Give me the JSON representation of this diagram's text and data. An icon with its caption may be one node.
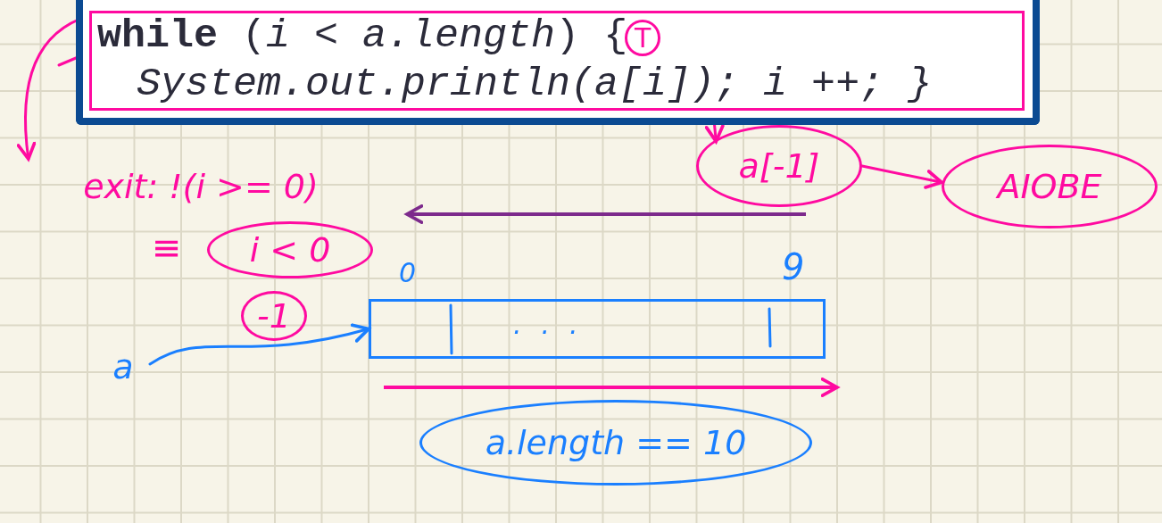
{
  "diagram": {
    "nodes": [
      {
        "text": [
          "**while** (*i* < *a.length*) {",
          "System.out.println(a[i]); i ++; }"
        ]
      },
      {
        "text": [
          "exit: !(i >= 0)"
        ]
      },
      {
        "text": [
          "i < 0"
        ]
      },
      {
        "text": [
          "-1"
        ]
      },
      {
        "text": [
          "a[-1]"
        ]
      },
      {
        "text": [
          "AIOBE"
        ]
      },
      {
        "text": [
          "a"
        ]
      },
      {
        "text": [],
        "shape": "box"
      },
      {
        "text": [
          "a.length == 10"
        ]
      }
    ],
    "edges": [
      {
        "from": 0,
        "to": 1,
        "arrow": "to"
      },
      {
        "from": 0,
        "to": 4,
        "arrow": "to"
      },
      {
        "from": 4,
        "to": 5,
        "arrow": "to"
      },
      {
        "from": 6,
        "to": 7,
        "arrow": "to",
        "color": "#1a7fff"
      }
    ],
    "labels": [
      "T",
      "≡",
      "0",
      "9",
      "..."
    ]
  }
}
